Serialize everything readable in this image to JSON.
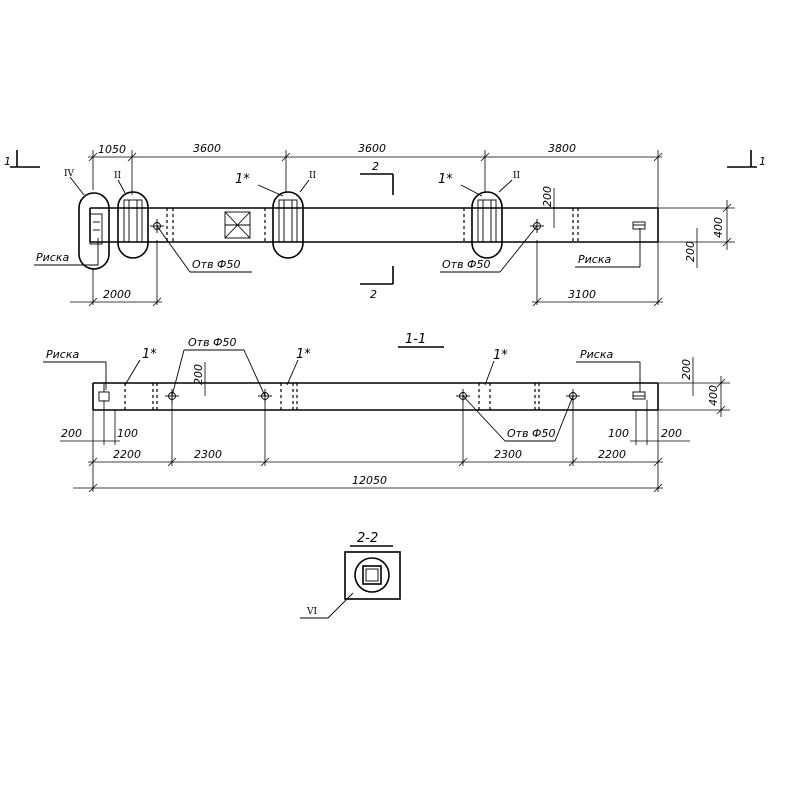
{
  "top_view": {
    "section_mark_left": "1",
    "section_mark_right": "1",
    "dim_1050": "1050",
    "dim_3600_a": "3600",
    "dim_3600_b": "3600",
    "dim_3800": "3800",
    "mark_2_top": "2",
    "mark_2_bottom": "2",
    "node_iv": "IV",
    "node_ii_a": "II",
    "node_ii_b": "II",
    "node_ii_c": "II",
    "node_1star_a": "1*",
    "node_1star_b": "1*",
    "ricka_left": "Риска",
    "ricka_right": "Риска",
    "hole_a": "Отв Ф50",
    "hole_b": "Отв Ф50",
    "dim_200_top": "200",
    "dim_200_right": "200",
    "dim_400": "400",
    "dim_2000": "2000",
    "dim_3100": "3100"
  },
  "section_1_1": {
    "title": "1-1",
    "ricka_left": "Риска",
    "ricka_right": "Риска",
    "node_1star_a": "1*",
    "node_1star_b": "1*",
    "node_1star_c": "1*",
    "hole_a": "Отв Ф50",
    "hole_b": "Отв Ф50",
    "dim_200_v": "200",
    "dim_200_right_v": "200",
    "dim_400_right": "400",
    "dim_200_l": "200",
    "dim_100_l": "100",
    "dim_100_r": "100",
    "dim_200_r": "200",
    "dim_2200_l": "2200",
    "dim_2300_l": "2300",
    "dim_2300_r": "2300",
    "dim_2200_r": "2200",
    "dim_total": "12050"
  },
  "section_2_2": {
    "title": "2-2",
    "node_vi": "VI"
  }
}
